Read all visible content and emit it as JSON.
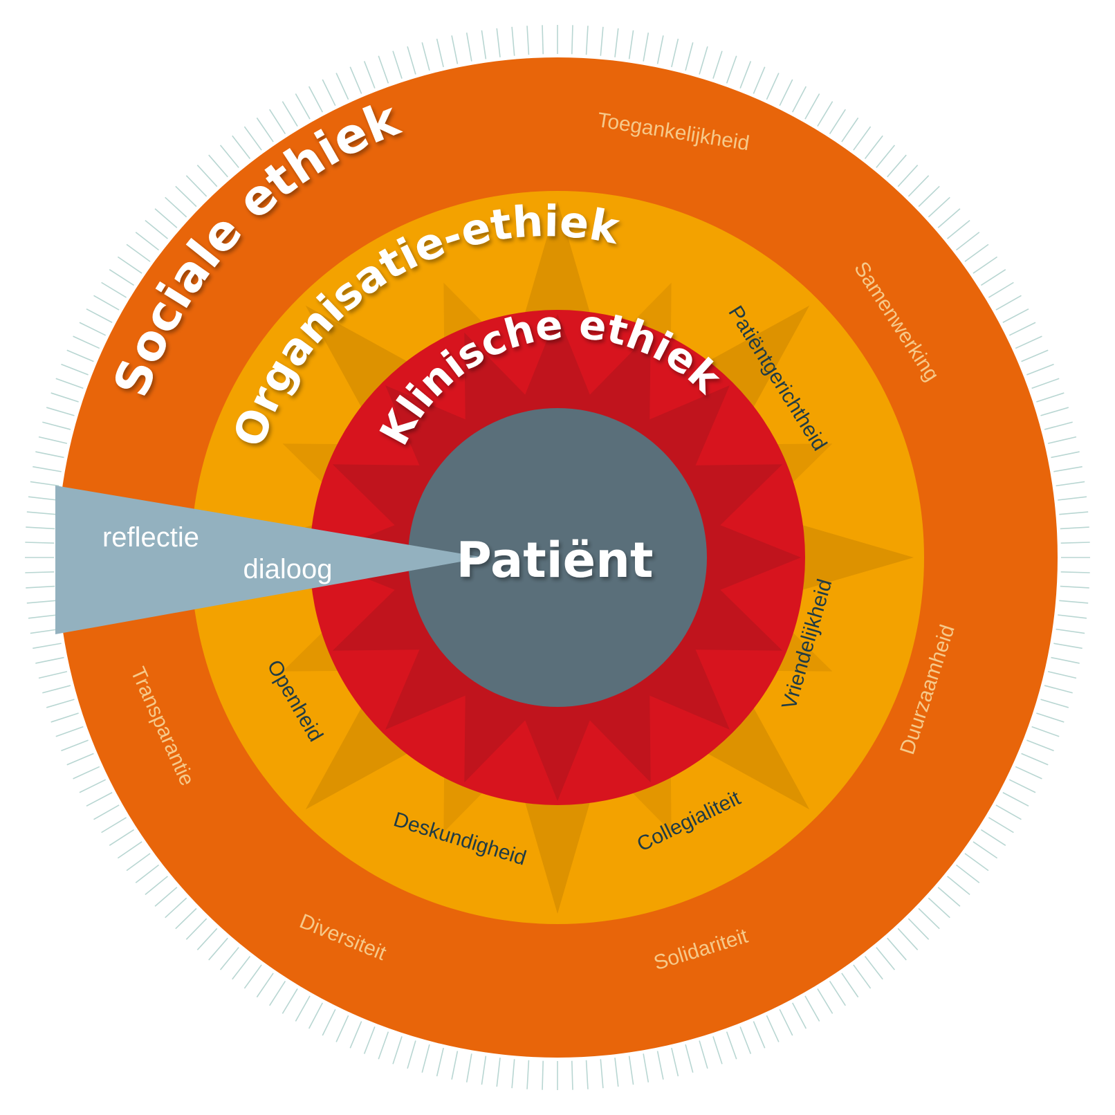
{
  "colors": {
    "outer_ring": "#e8650a",
    "middle_ring": "#f3a200",
    "inner_ring": "#d7141e",
    "center": "#5a6f7a",
    "wedge": "#93b1bf",
    "ticks": "#b8d6d2",
    "outer_value_text": "#f6c98a",
    "middle_value_text": "#1f3b45",
    "star": "#d58c00",
    "inner_star": "#b0141c",
    "title_text": "#ffffff"
  },
  "center": {
    "label": "Patiënt"
  },
  "rings": [
    {
      "id": "sociale",
      "title": "Sociale ethiek",
      "values": [
        "Toegankelijkheid",
        "Samenwerking",
        "Duurzaamheid",
        "Solidariteit",
        "Diversiteit",
        "Transparantie"
      ]
    },
    {
      "id": "organisatie",
      "title": "Organisatie-ethiek",
      "values": [
        "Patiëntgerichtheid",
        "Vriendelijkheid",
        "Collegialiteit",
        "Deskundigheid",
        "Openheid"
      ]
    },
    {
      "id": "klinische",
      "title": "Klinische ethiek",
      "values": []
    }
  ],
  "wedge": {
    "labels": [
      "reflectie",
      "dialoog"
    ]
  }
}
